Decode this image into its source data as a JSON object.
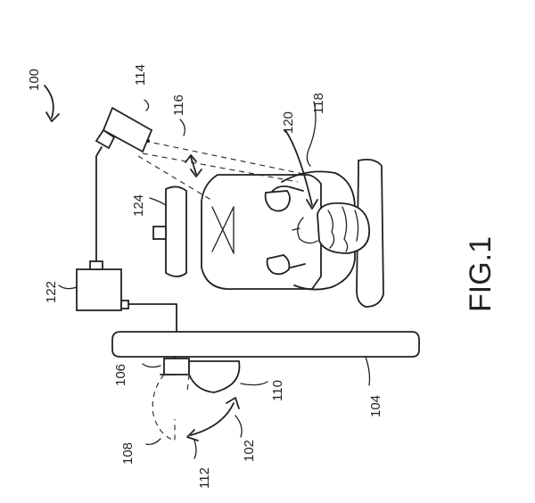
{
  "figure": {
    "title": "FIG.1",
    "labels": {
      "l100": "100",
      "l102": "102",
      "l104": "104",
      "l106": "106",
      "l108": "108",
      "l110": "110",
      "l112": "112",
      "l114": "114",
      "l116": "116",
      "l118": "118",
      "l120": "120",
      "l122": "122",
      "l124": "124"
    }
  }
}
